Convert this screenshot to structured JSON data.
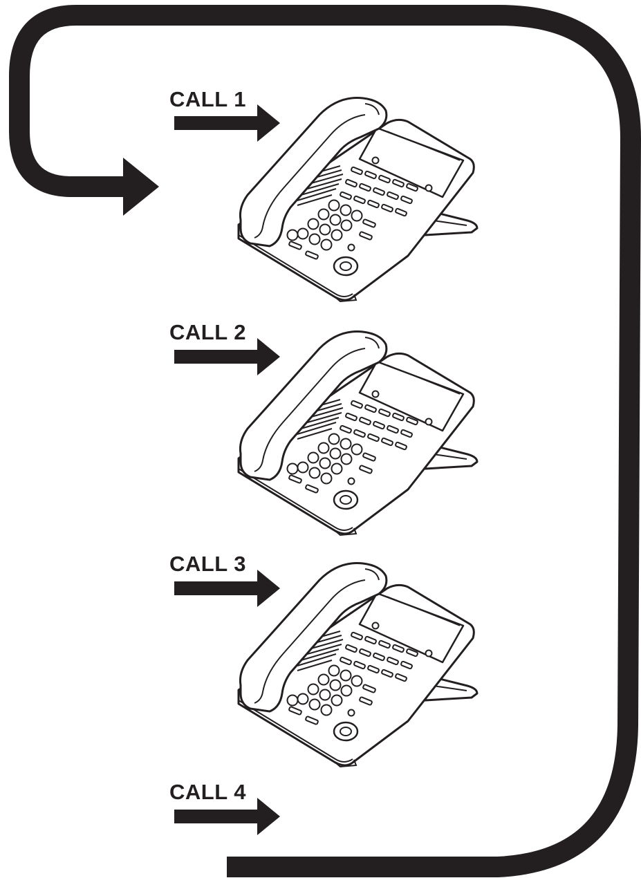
{
  "diagram": {
    "ink_color": "#231f20",
    "background": "#ffffff",
    "calls": [
      {
        "label": "CALL 1",
        "has_phone": true
      },
      {
        "label": "CALL 2",
        "has_phone": true
      },
      {
        "label": "CALL 3",
        "has_phone": true
      },
      {
        "label": "CALL 4",
        "has_phone": false
      }
    ],
    "loop": {
      "icon": "rollover-loop-line",
      "arrowhead": "arrow-right-icon"
    },
    "phone_icon": "desk-telephone-icon"
  }
}
